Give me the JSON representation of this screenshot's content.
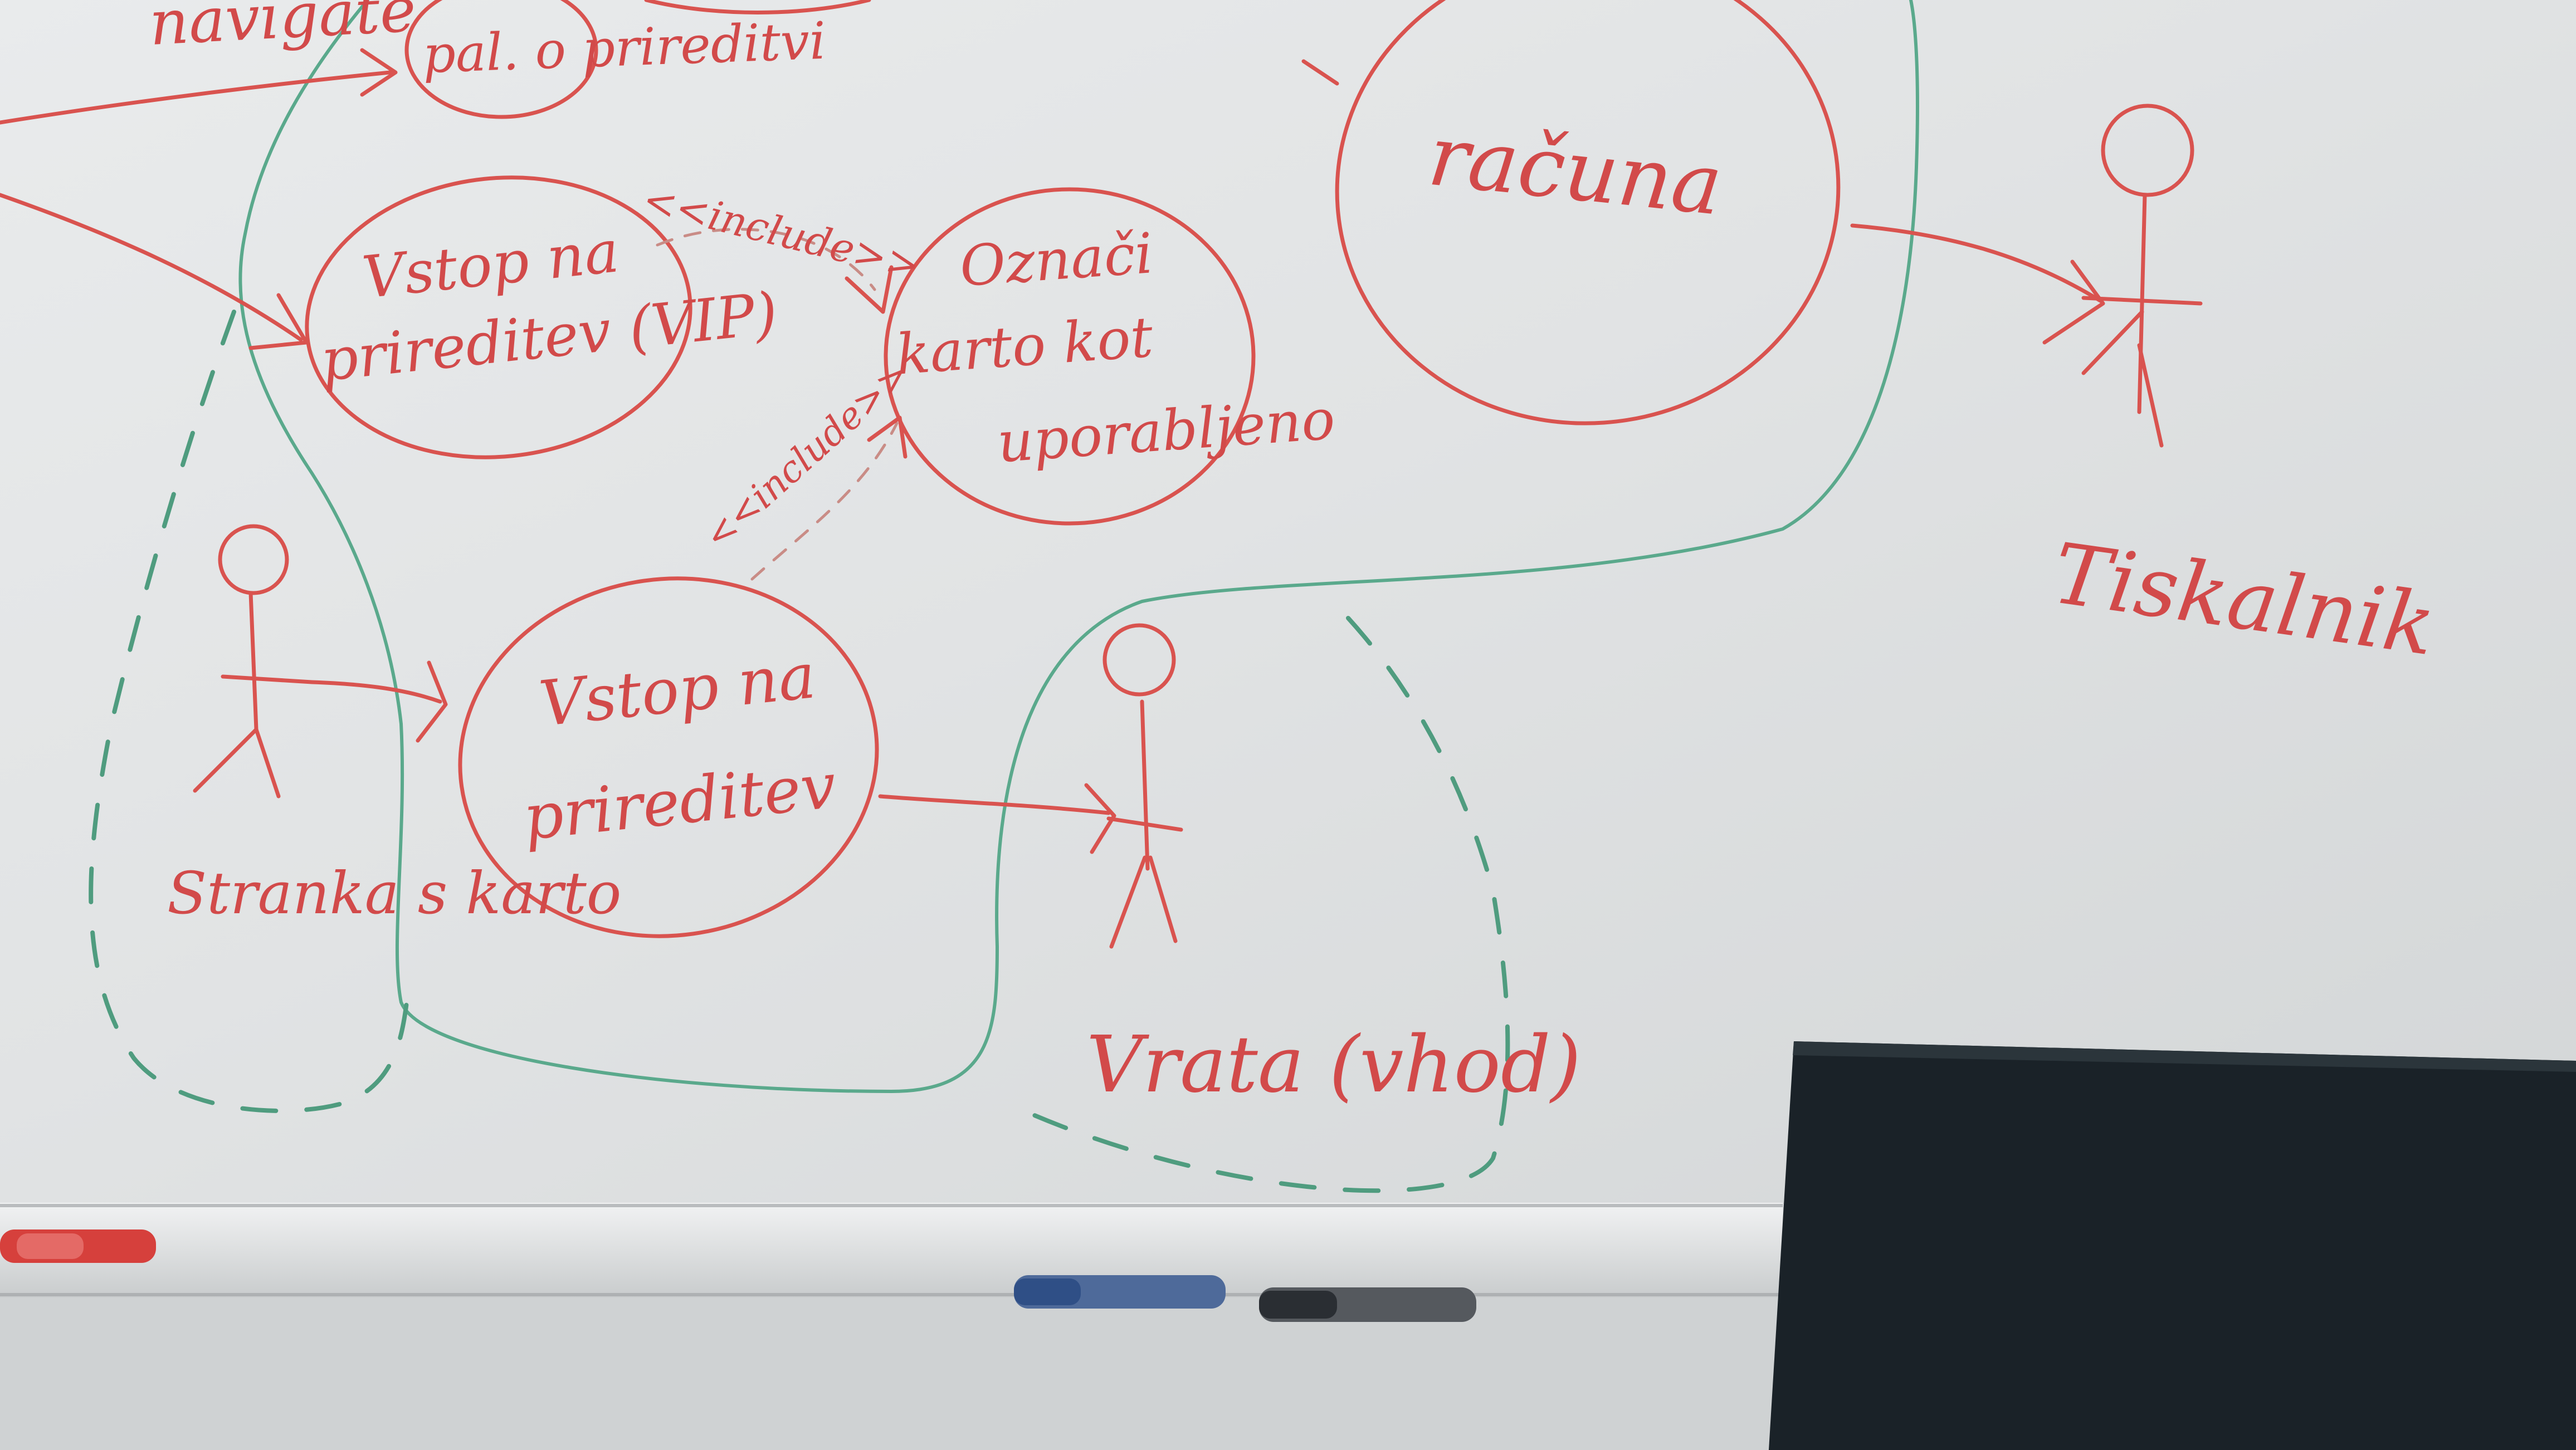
{
  "diagram": {
    "top_left_label": "navigate",
    "use_cases": {
      "top_partial": "pal. o prireditvi",
      "vip_entry": "Vstop na prireditev (VIP)",
      "identify": "Označi karto kot uporabljeno",
      "entry": "Vstop na prireditev",
      "top_right_partial": "računa"
    },
    "relations": {
      "include_1": "<<include>>",
      "include_2": "<<include>>"
    },
    "actors": {
      "left": "Stranka s karto",
      "bottom": "Vrata (vhod)",
      "right": "Tiskalnik"
    }
  },
  "colors": {
    "marker_red": "#d9534f",
    "marker_green": "#5aa98c",
    "board": "#e6e8e8",
    "monitor": "#1a2228"
  }
}
